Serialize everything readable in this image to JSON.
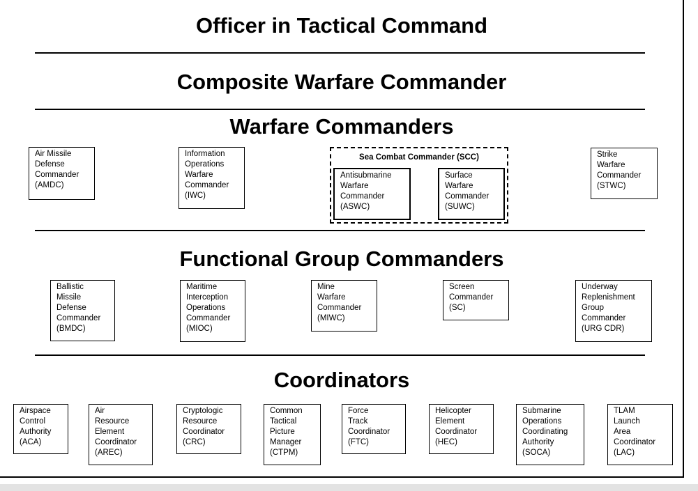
{
  "headings": {
    "otc": "Officer in Tactical Command",
    "cwc": "Composite Warfare Commander",
    "warfare": "Warfare Commanders",
    "functional": "Functional Group Commanders",
    "coordinators": "Coordinators"
  },
  "warfare": {
    "amdc": "Air Missile\nDefense\nCommander\n(AMDC)",
    "iwc": "Information\nOperations\nWarfare\nCommander\n(IWC)",
    "scc_title": "Sea Combat Commander (SCC)",
    "aswc": "Antisubmarine\nWarfare\nCommander\n(ASWC)",
    "suwc": "Surface\nWarfare\nCommander\n(SUWC)",
    "stwc": "Strike\nWarfare\nCommander\n(STWC)"
  },
  "functional": {
    "bmdc": "Ballistic\nMissile\nDefense\nCommander\n(BMDC)",
    "mioc": "Maritime\nInterception\nOperations\nCommander\n(MIOC)",
    "miwc": "Mine\nWarfare\nCommander\n(MIWC)",
    "sc": "Screen\nCommander\n(SC)",
    "urg": "Underway\nReplenishment\nGroup\nCommander\n(URG CDR)"
  },
  "coordinators": {
    "aca": "Airspace\nControl\nAuthority\n(ACA)",
    "arec": "Air\nResource\nElement\nCoordinator\n(AREC)",
    "crc": "Cryptologic\nResource\nCoordinator\n(CRC)",
    "ctpm": "Common\nTactical\nPicture\nManager\n(CTPM)",
    "ftc": "Force\nTrack\nCoordinator\n(FTC)",
    "hec": "Helicopter\nElement\nCoordinator\n(HEC)",
    "soca": "Submarine\nOperations\nCoordinating\nAuthority\n(SOCA)",
    "lac": "TLAM\nLaunch\nArea\nCoordinator\n(LAC)"
  }
}
